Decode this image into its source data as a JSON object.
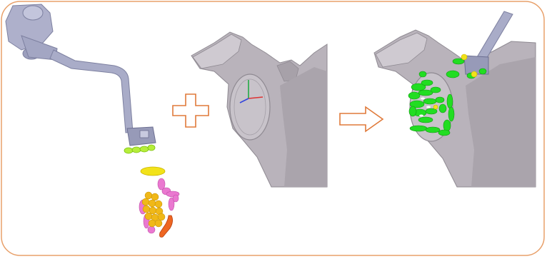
{
  "colors": {
    "frame_border": "#e8a06a",
    "symbol_stroke": "#e07a3a",
    "bone_fill": "#b9b3bb",
    "bone_shadow": "#8f8a92",
    "instrument": "#a9acc8",
    "instrument_shadow": "#7d80a0",
    "green": "#22dd22",
    "yellow": "#f2d21a",
    "pink": "#ea78d0",
    "orange": "#ee6622",
    "gold": "#f0b818",
    "lime": "#b6ee3a"
  },
  "panels": [
    {
      "id": "instrument-with-points",
      "content": "surgical-guide-and-registration-points"
    },
    {
      "id": "scapula-model",
      "content": "scapula-bone-with-glenoid-axes"
    },
    {
      "id": "registered-result",
      "content": "scapula-with-aligned-points-and-guide"
    }
  ],
  "operators": [
    {
      "id": "plus",
      "symbol": "plus-icon"
    },
    {
      "id": "arrow",
      "symbol": "arrow-right-icon"
    }
  ]
}
